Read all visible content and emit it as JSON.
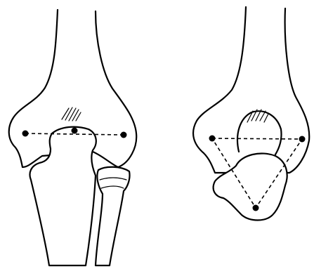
{
  "figure": {
    "background_color": "#ffffff",
    "line_color": "#000000",
    "panels": [
      {
        "id": "extended-elbow",
        "landmark_count": 3,
        "landmark_alignment": "straight-line"
      },
      {
        "id": "flexed-elbow",
        "landmark_count": 3,
        "landmark_alignment": "triangle"
      }
    ]
  }
}
